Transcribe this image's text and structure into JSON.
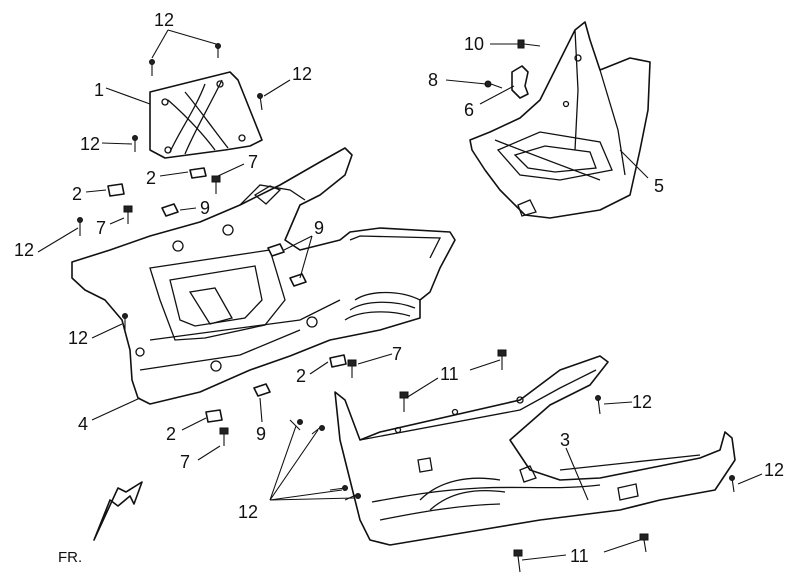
{
  "diagram": {
    "part_labels": {
      "p1": "1",
      "p2a": "2",
      "p2b": "2",
      "p2c": "2",
      "p2d": "2",
      "p3": "3",
      "p4": "4",
      "p5": "5",
      "p6": "6",
      "p7a": "7",
      "p7b": "7",
      "p7c": "7",
      "p7d": "7",
      "p8": "8",
      "p9a": "9",
      "p9b": "9",
      "p9c": "9",
      "p10": "10",
      "p11a": "11",
      "p11b": "11",
      "p12a": "12",
      "p12b": "12",
      "p12c": "12",
      "p12d": "12",
      "p12e": "12",
      "p12f": "12",
      "p12g": "12",
      "p12h": "12"
    },
    "direction_label": "FR."
  }
}
